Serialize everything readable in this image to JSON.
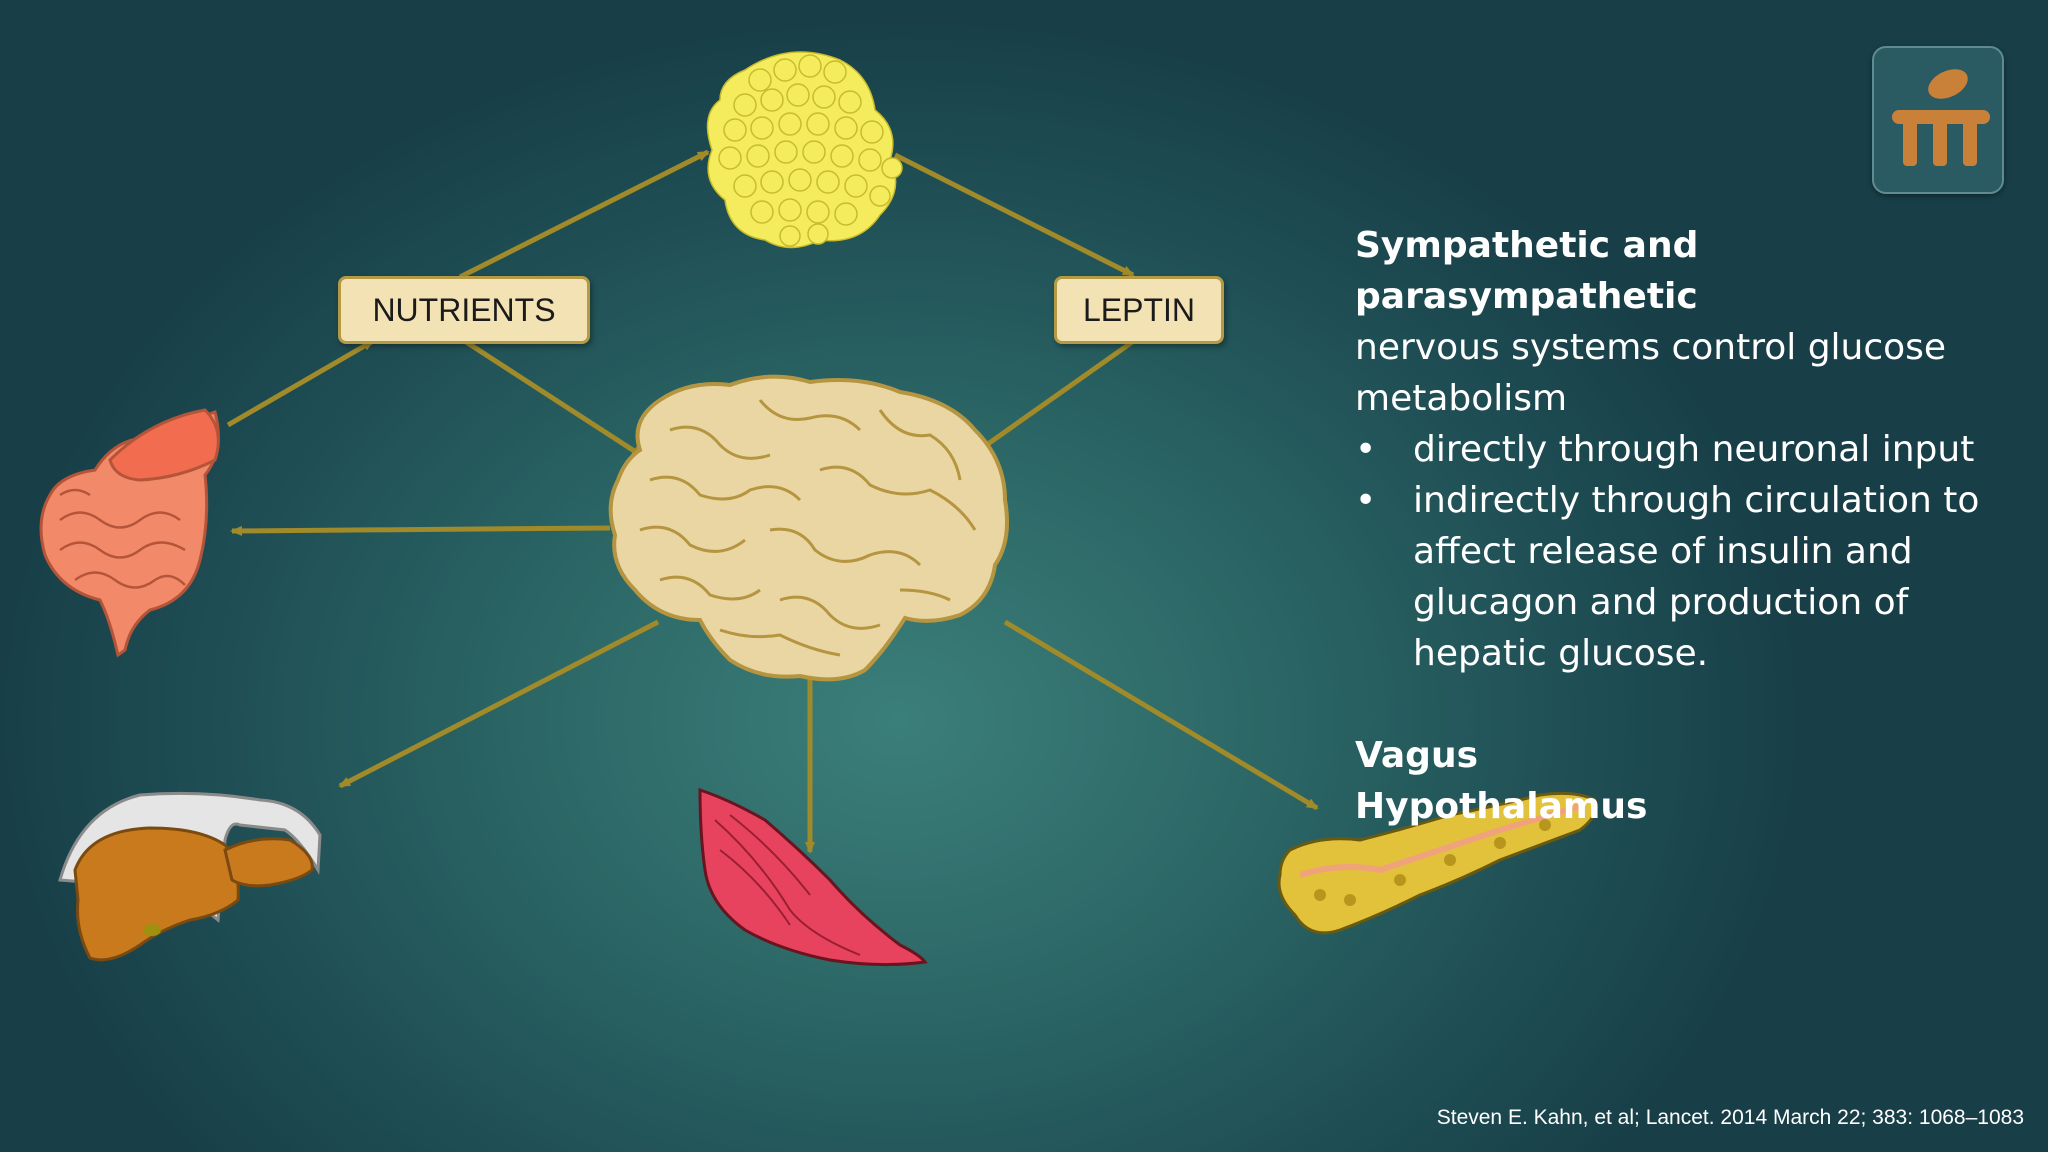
{
  "labels": {
    "nutrients": "NUTRIENTS",
    "leptin": "LEPTIN"
  },
  "text_panel": {
    "heading_bold": "Sympathetic and parasympathetic",
    "heading_rest": "nervous systems control glucose metabolism",
    "bullet_glyph": "•",
    "bullets": [
      "directly through neuronal input",
      "indirectly through circulation to affect release of insulin and glucagon and production of hepatic glucose."
    ],
    "term1": "Vagus",
    "term2": "Hypothalamus"
  },
  "citation": "Steven E. Kahn, et al; Lancet. 2014 March 22; 383: 1068–1083",
  "icons": [
    "adipose-tissue-icon",
    "brain-icon",
    "intestine-icon",
    "liver-icon",
    "muscle-icon",
    "pancreas-icon",
    "logo-icon"
  ],
  "colors": {
    "arrow": "#a08a2a",
    "label_fill": "#f3e2b3",
    "brain": "#ead6a3",
    "fat": "#f4ec5c",
    "intestine": "#f28a6a",
    "liver": "#c97a1c",
    "muscle": "#e8435e",
    "pancreas": "#e2c23a",
    "logo": "#c9813a"
  }
}
